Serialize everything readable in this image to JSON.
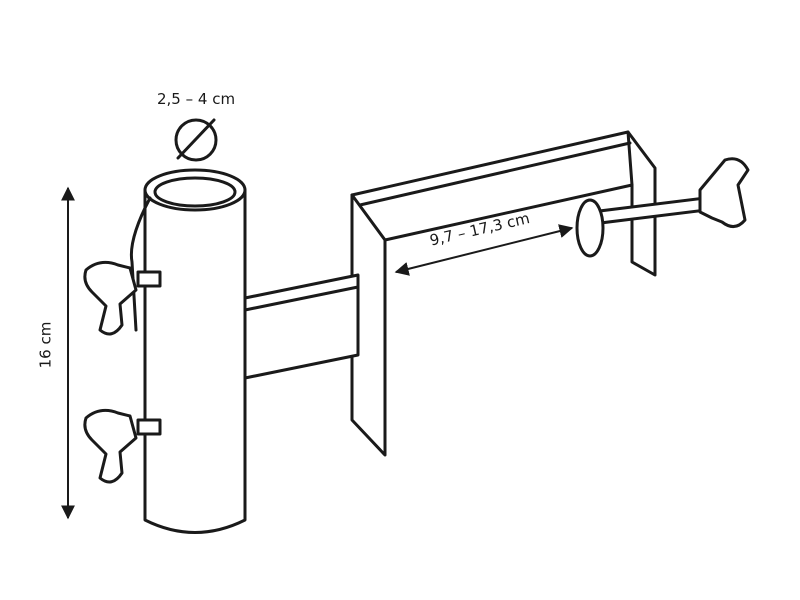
{
  "dimensions": {
    "diameter": "2,5 – 4 cm",
    "height": "16 cm",
    "clamp_range": "9,7 – 17,3 cm"
  },
  "colors": {
    "line": "#1a1a1a",
    "background": "#ffffff"
  }
}
